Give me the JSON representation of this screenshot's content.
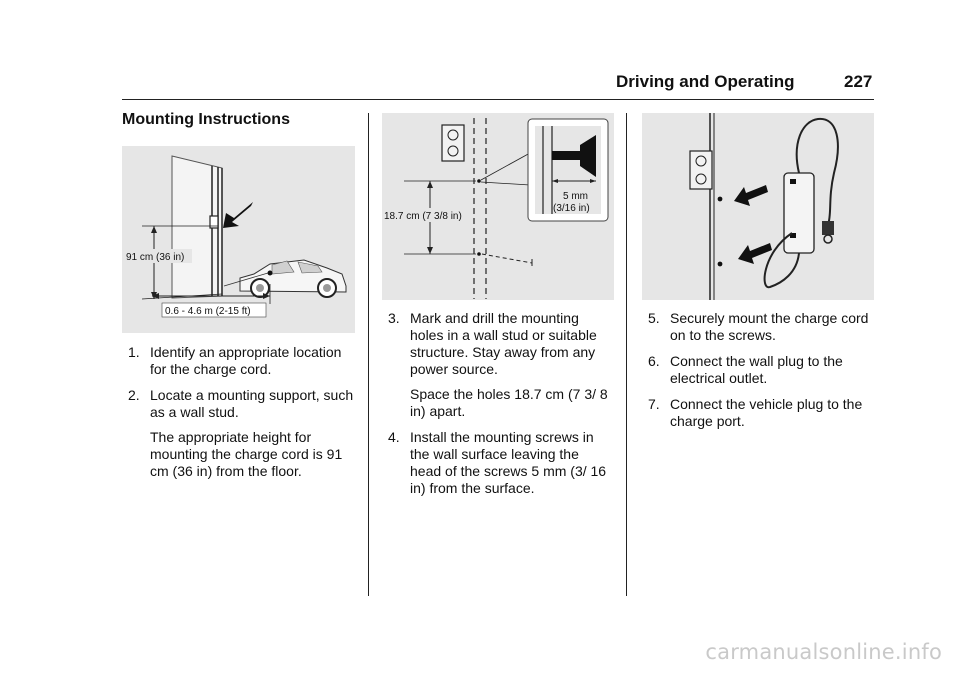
{
  "header": {
    "title": "Driving and Operating",
    "page_number": "227"
  },
  "section_title": "Mounting Instructions",
  "figures": {
    "fig1": {
      "height_label": "91 cm (36 in)",
      "distance_label": "0.6 - 4.6 m (2-15 ft)"
    },
    "fig2": {
      "spacing_label": "18.7 cm (7 3/8 in)",
      "depth_label_mm": "5 mm",
      "depth_label_in": "(3/16 in)"
    }
  },
  "steps": [
    {
      "num": "1.",
      "text": "Identify an appropriate location for the charge cord."
    },
    {
      "num": "2.",
      "text": "Locate a mounting support, such as a wall stud.",
      "extra": "The appropriate height for mounting the charge cord is 91 cm (36 in) from the floor."
    },
    {
      "num": "3.",
      "text": "Mark and drill the mounting holes in a wall stud or suitable structure. Stay away from any power source.",
      "extra": "Space the holes 18.7 cm (7 3/ 8 in) apart."
    },
    {
      "num": "4.",
      "text": "Install the mounting screws in the wall surface leaving the head of the screws 5 mm (3/ 16 in) from the surface."
    },
    {
      "num": "5.",
      "text": "Securely mount the charge cord on to the screws."
    },
    {
      "num": "6.",
      "text": "Connect the wall plug to the electrical outlet."
    },
    {
      "num": "7.",
      "text": "Connect the vehicle plug to the charge port."
    }
  ],
  "watermark": "carmanualsonline.info"
}
